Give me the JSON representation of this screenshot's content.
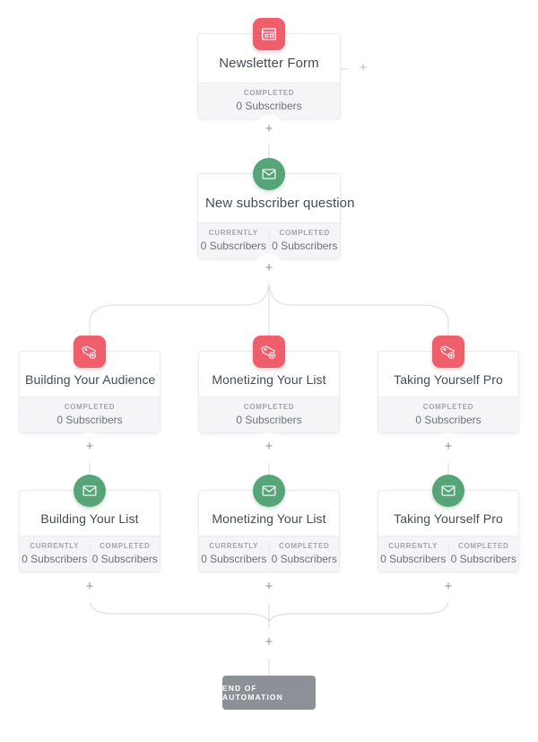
{
  "colors": {
    "accent_red": "#ef5e6b",
    "accent_green": "#56a477",
    "end_background": "#8b9197",
    "connector_line": "#dfdfe5",
    "card_footer": "#f5f5f7"
  },
  "plus": {
    "label": "+"
  },
  "end": {
    "label": "END OF AUTOMATION"
  },
  "nodes": [
    {
      "type": "form",
      "title": "Newsletter Form",
      "stats": [
        {
          "label": "COMPLETED",
          "value": "0 Subscribers"
        }
      ]
    },
    {
      "type": "email",
      "title": "New subscriber question",
      "stats": [
        {
          "label": "CURRENTLY",
          "value": "0 Subscribers"
        },
        {
          "label": "COMPLETED",
          "value": "0 Subscribers"
        }
      ]
    },
    {
      "type": "tag",
      "title": "Building Your Audience",
      "stats": [
        {
          "label": "COMPLETED",
          "value": "0 Subscribers"
        }
      ]
    },
    {
      "type": "tag",
      "title": "Monetizing Your List",
      "stats": [
        {
          "label": "COMPLETED",
          "value": "0 Subscribers"
        }
      ]
    },
    {
      "type": "tag",
      "title": "Taking Yourself Pro",
      "stats": [
        {
          "label": "COMPLETED",
          "value": "0 Subscribers"
        }
      ]
    },
    {
      "type": "email",
      "title": "Building Your List",
      "stats": [
        {
          "label": "CURRENTLY",
          "value": "0 Subscribers"
        },
        {
          "label": "COMPLETED",
          "value": "0 Subscribers"
        }
      ]
    },
    {
      "type": "email",
      "title": "Monetizing Your List",
      "stats": [
        {
          "label": "CURRENTLY",
          "value": "0 Subscribers"
        },
        {
          "label": "COMPLETED",
          "value": "0 Subscribers"
        }
      ]
    },
    {
      "type": "email",
      "title": "Taking Yourself Pro",
      "stats": [
        {
          "label": "CURRENTLY",
          "value": "0 Subscribers"
        },
        {
          "label": "COMPLETED",
          "value": "0 Subscribers"
        }
      ]
    }
  ]
}
